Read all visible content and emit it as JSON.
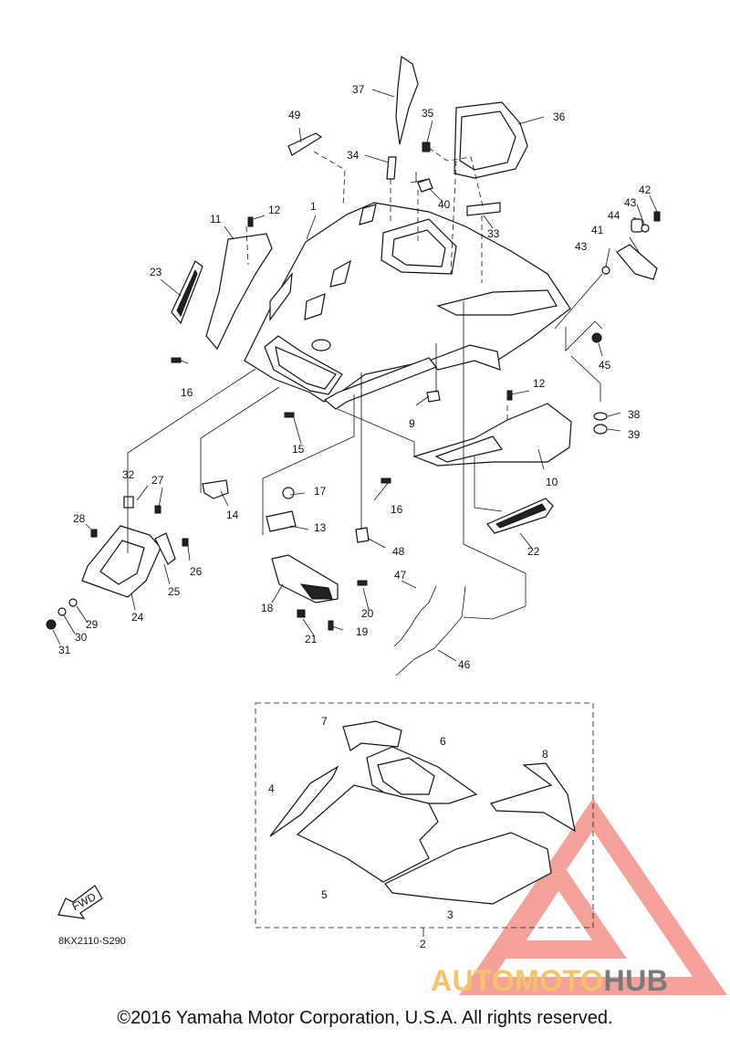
{
  "diagram": {
    "part_numbers": [
      "1",
      "2",
      "3",
      "4",
      "5",
      "6",
      "7",
      "8",
      "9",
      "10",
      "11",
      "12",
      "12",
      "13",
      "14",
      "15",
      "16",
      "16",
      "17",
      "18",
      "19",
      "20",
      "21",
      "22",
      "23",
      "24",
      "25",
      "26",
      "27",
      "28",
      "29",
      "30",
      "31",
      "32",
      "33",
      "34",
      "35",
      "36",
      "37",
      "38",
      "39",
      "40",
      "41",
      "42",
      "43",
      "43",
      "44",
      "45",
      "46",
      "47",
      "48",
      "49"
    ],
    "fwd_label": "FWD",
    "diagram_code": "8KX2110-S290"
  },
  "watermark": {
    "brand_part1": "AUTOMOTO",
    "brand_part2": "HUB",
    "colors": {
      "triangle": "#f4a19a",
      "part1": "#f7c36a",
      "part2": "#7a7a7a"
    }
  },
  "footer": {
    "copyright": "©2016 Yamaha Motor Corporation, U.S.A. All rights reserved."
  }
}
